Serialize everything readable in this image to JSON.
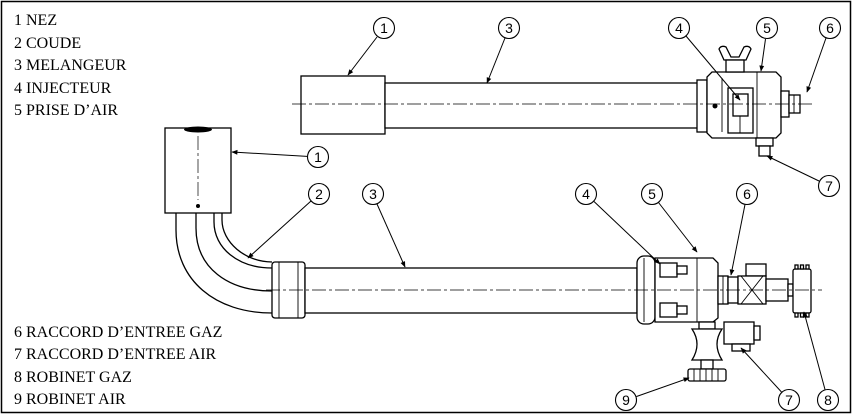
{
  "legend": {
    "top": [
      "1 NEZ",
      "2 COUDE",
      "3 MELANGEUR",
      "4 INJECTEUR",
      "5 PRISE D’AIR"
    ],
    "bottom": [
      "6 RACCORD D’ENTREE GAZ",
      "7 RACCORD D’ENTREE AIR",
      "8 ROBINET GAZ",
      "9 ROBINET AIR"
    ]
  },
  "top_view": {
    "callouts": [
      "1",
      "3",
      "4",
      "5",
      "6",
      "7"
    ]
  },
  "bottom_view": {
    "callouts": [
      "1",
      "2",
      "3",
      "4",
      "5",
      "6",
      "7",
      "8",
      "9"
    ]
  },
  "colors": {
    "line": "#000000",
    "background": "#ffffff"
  }
}
